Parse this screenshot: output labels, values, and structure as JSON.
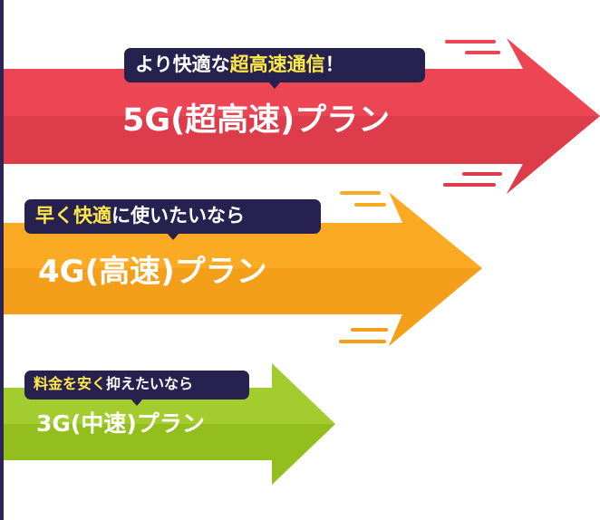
{
  "colors": {
    "red_light": "#ec4654",
    "red_dark": "#dd3c4b",
    "orange_light": "#fbaa23",
    "orange_dark": "#f39f19",
    "green_light": "#a3cc2e",
    "green_dark": "#92be1e",
    "tag_bg": "#26214f",
    "highlight": "#ffe94a",
    "axis_line": "#2b2456"
  },
  "plans": [
    {
      "tagline_prefix": "より快適な",
      "tagline_highlight": "超高速通信",
      "tagline_suffix": "！",
      "title": "5G(超高速)プラン"
    },
    {
      "tagline_highlight": "早く快適",
      "tagline_suffix": "に使いたいなら",
      "title": "4G(高速)プラン"
    },
    {
      "tagline_highlight": "料金を安く",
      "tagline_suffix": "抑えたいなら",
      "title": "3G(中速)プラン"
    }
  ]
}
